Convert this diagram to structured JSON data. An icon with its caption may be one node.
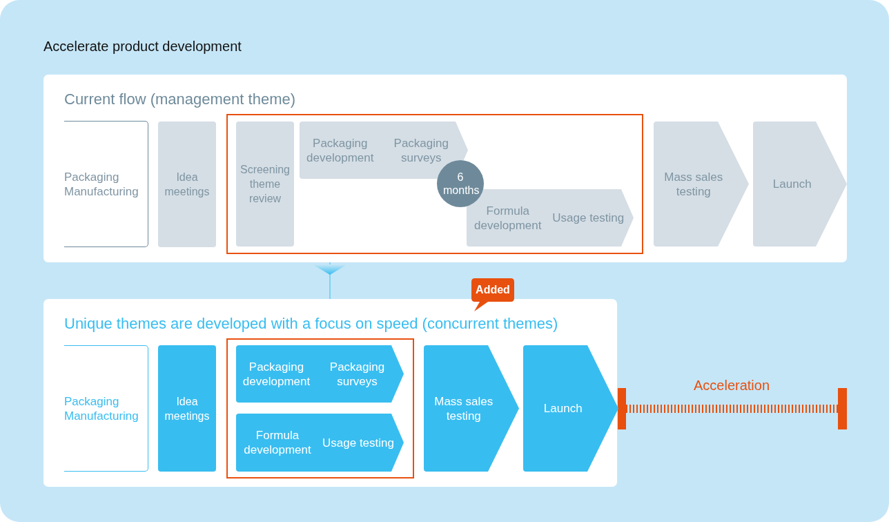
{
  "diagram": {
    "title": "Accelerate product development",
    "nodes": [
      {
        "text": [
          "Current flow (management theme)"
        ]
      },
      {
        "text": [
          "Packaging Manufacturing"
        ],
        "in": 0
      },
      {
        "text": [
          "Idea meetings"
        ],
        "in": 0
      },
      {
        "text": [],
        "shape": "box",
        "in": 0
      },
      {
        "text": [
          "Screening theme review"
        ],
        "in": 3
      },
      {
        "text": [
          "Packaging development",
          "Packaging surveys"
        ],
        "in": 3
      },
      {
        "text": [
          "6 months"
        ],
        "in": 3
      },
      {
        "text": [
          "Formula development",
          "Usage testing"
        ],
        "in": 3
      },
      {
        "text": [
          "Mass sales testing"
        ],
        "in": 0
      },
      {
        "text": [
          "Launch"
        ],
        "in": 0
      },
      {
        "text": [
          "Unique themes are developed with a focus on speed (concurrent themes)"
        ]
      },
      {
        "text": [
          "Packaging Manufacturing"
        ],
        "in": 10
      },
      {
        "text": [
          "Idea meetings"
        ],
        "in": 10
      },
      {
        "text": [],
        "shape": "box",
        "in": 10
      },
      {
        "text": [
          "Packaging development",
          "Packaging surveys"
        ],
        "in": 13
      },
      {
        "text": [
          "Formula development",
          "Usage testing"
        ],
        "in": 13
      },
      {
        "text": [
          "Mass sales testing"
        ],
        "in": 10
      },
      {
        "text": [
          "Launch"
        ],
        "in": 10
      }
    ],
    "edges": [
      {
        "from": 0,
        "to": 10,
        "arrow": "to"
      }
    ],
    "labels": [
      "Added",
      "Acceleration"
    ]
  }
}
